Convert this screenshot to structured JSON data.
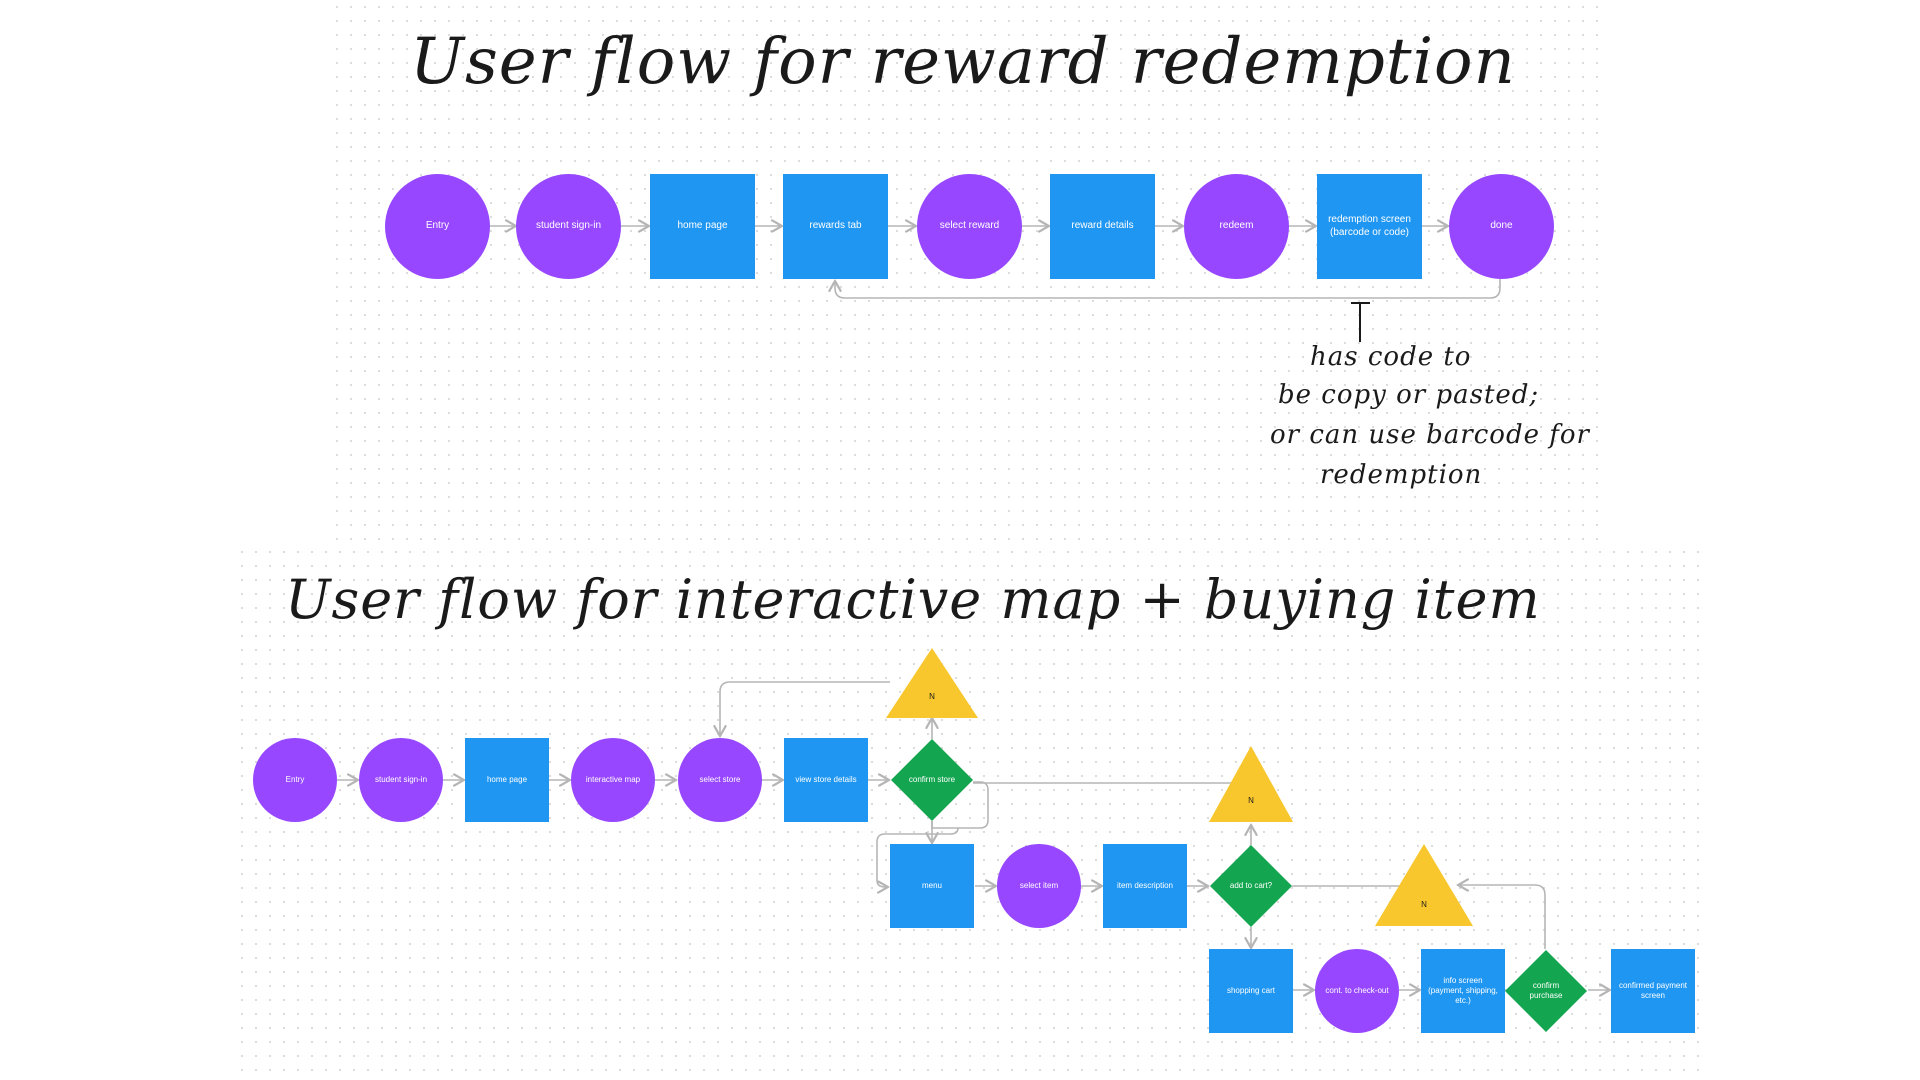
{
  "flow1": {
    "title": "User flow for reward redemption",
    "nodes": [
      "Entry",
      "student sign-in",
      "home page",
      "rewards tab",
      "select reward",
      "reward details",
      "redeem",
      "redemption screen (barcode or code)",
      "done"
    ],
    "note_line1": "has code to",
    "note_line2": "be copy or pasted;",
    "note_line3": "or can use barcode for",
    "note_line4": "redemption"
  },
  "flow2": {
    "title": "User flow for interactive map + buying item",
    "row1": [
      "Entry",
      "student sign-in",
      "home page",
      "interactive map",
      "select store",
      "view store details"
    ],
    "confirm_store": "confirm store",
    "row2": [
      "menu",
      "select item",
      "item description"
    ],
    "add_to_cart": "add to cart?",
    "row3": [
      "shopping cart",
      "cont. to check-out",
      "info screen (payment, shipping, etc.)"
    ],
    "confirm_purchase": "confirm purchase",
    "confirmed": "confirmed payment screen",
    "no_label": "N"
  },
  "colors": {
    "circle": "#9747ff",
    "square": "#1e96f2",
    "diamond": "#14a550",
    "triangle": "#f8c62d",
    "connector": "#b5b5b5"
  }
}
